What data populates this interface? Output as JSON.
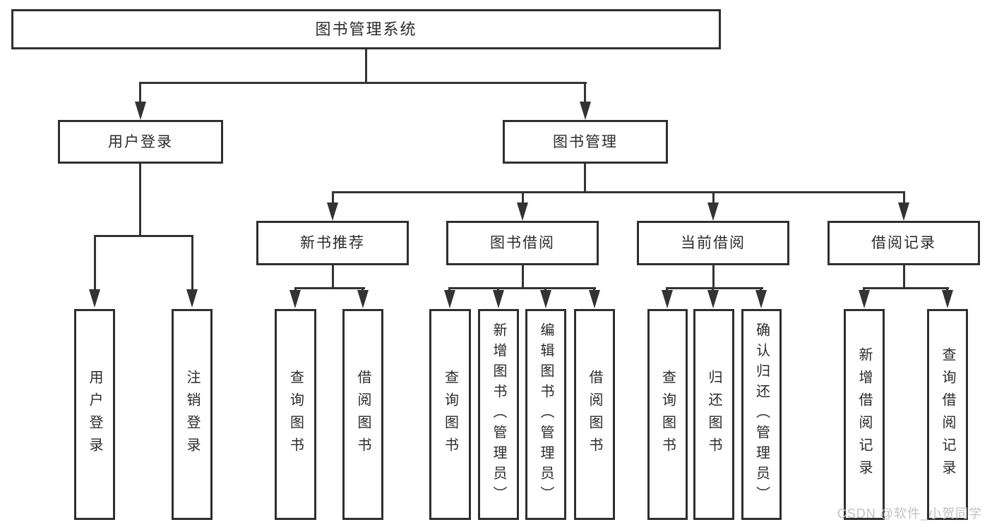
{
  "diagram": {
    "root": {
      "label": "图书管理系统"
    },
    "level2": {
      "user": {
        "label": "用户登录"
      },
      "mgmt": {
        "label": "图书管理"
      }
    },
    "level3": {
      "newbook": {
        "label": "新书推荐"
      },
      "borrow": {
        "label": "图书借阅"
      },
      "current": {
        "label": "当前借阅"
      },
      "record": {
        "label": "借阅记录"
      }
    },
    "leaves": {
      "user_login": {
        "label": "用户登录"
      },
      "user_logout": {
        "label": "注销登录"
      },
      "newbook_query": {
        "label": "查询图书"
      },
      "newbook_borrow": {
        "label": "借阅图书"
      },
      "borrow_query": {
        "label": "查询图书"
      },
      "borrow_add": {
        "label": "新增图书（管理员）"
      },
      "borrow_edit": {
        "label": "编辑图书（管理员）"
      },
      "borrow_lend": {
        "label": "借阅图书"
      },
      "current_query": {
        "label": "查询图书"
      },
      "current_return": {
        "label": "归还图书"
      },
      "current_confirm": {
        "label": "确认归还（管理员）"
      },
      "record_add": {
        "label": "新增借阅记录"
      },
      "record_query": {
        "label": "查询借阅记录"
      }
    },
    "watermark": "CSDN @软件_小贺同学",
    "colors": {
      "line": "#333333",
      "border": "#2f2f2f",
      "text": "#2b2b2b",
      "background": "#ffffff",
      "watermark": "#c2c2c2"
    }
  }
}
